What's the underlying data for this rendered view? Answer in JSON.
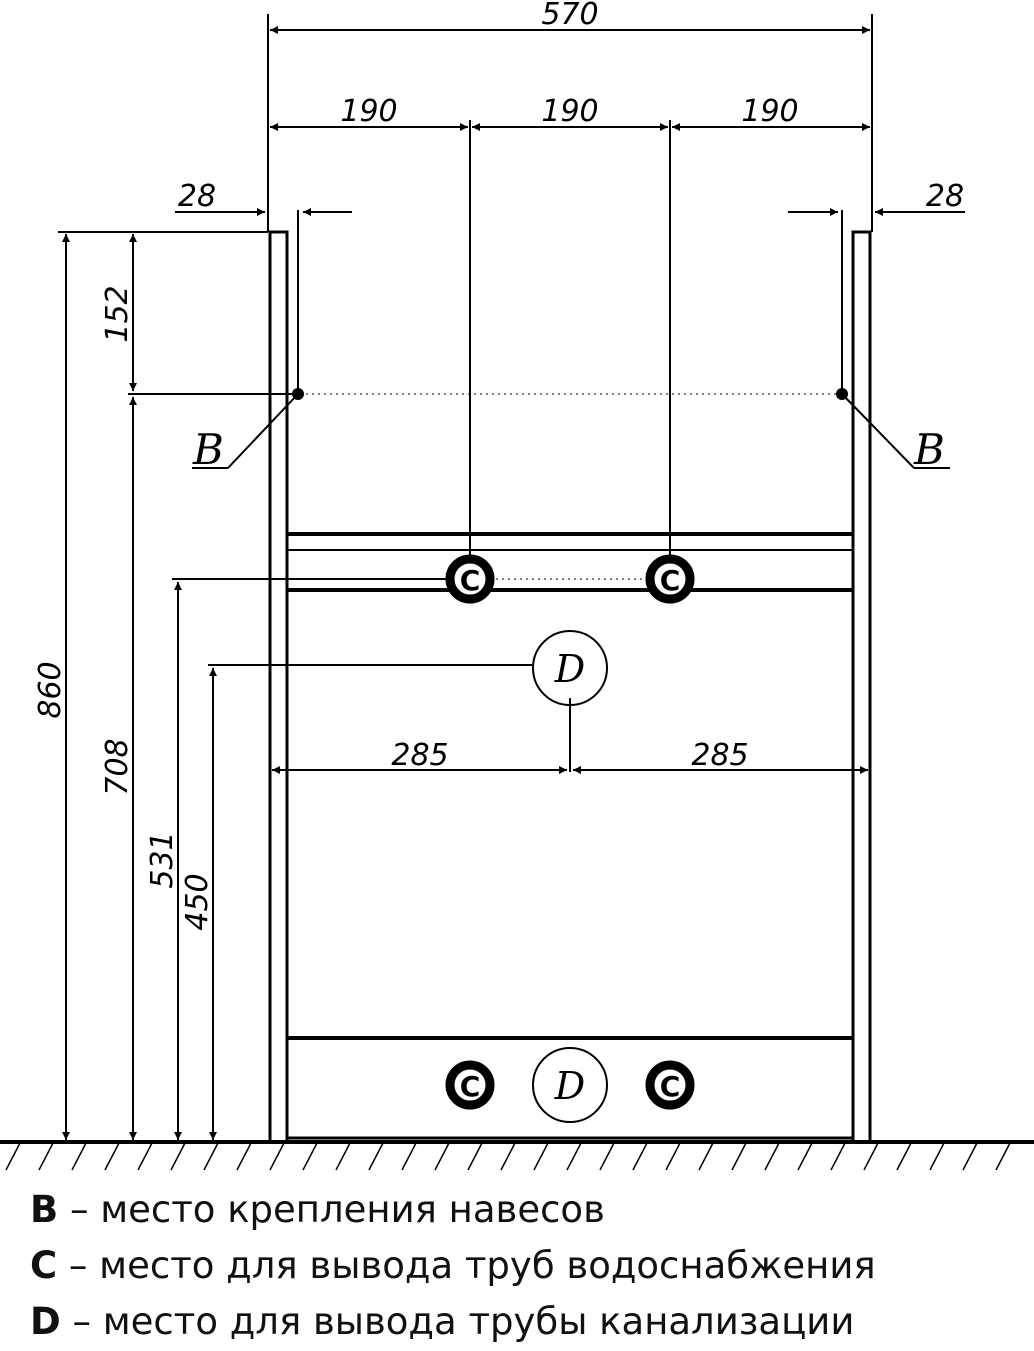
{
  "dimensions": {
    "total_width": "570",
    "spacing_1": "190",
    "spacing_2": "190",
    "spacing_3": "190",
    "side_left": "28",
    "side_right": "28",
    "total_height": "860",
    "hanger_offset": "152",
    "hanger_height": "708",
    "supply_height": "531",
    "drain_height": "450",
    "half_width_left": "285",
    "half_width_right": "285"
  },
  "markers": {
    "hanger": "B",
    "supply": "C",
    "drain": "D"
  },
  "legend": [
    {
      "key": "B",
      "text": " – место крепления навесов"
    },
    {
      "key": "C",
      "text": " – место для вывода труб водоснабжения"
    },
    {
      "key": "D",
      "text": " – место для вывода трубы канализации"
    }
  ]
}
